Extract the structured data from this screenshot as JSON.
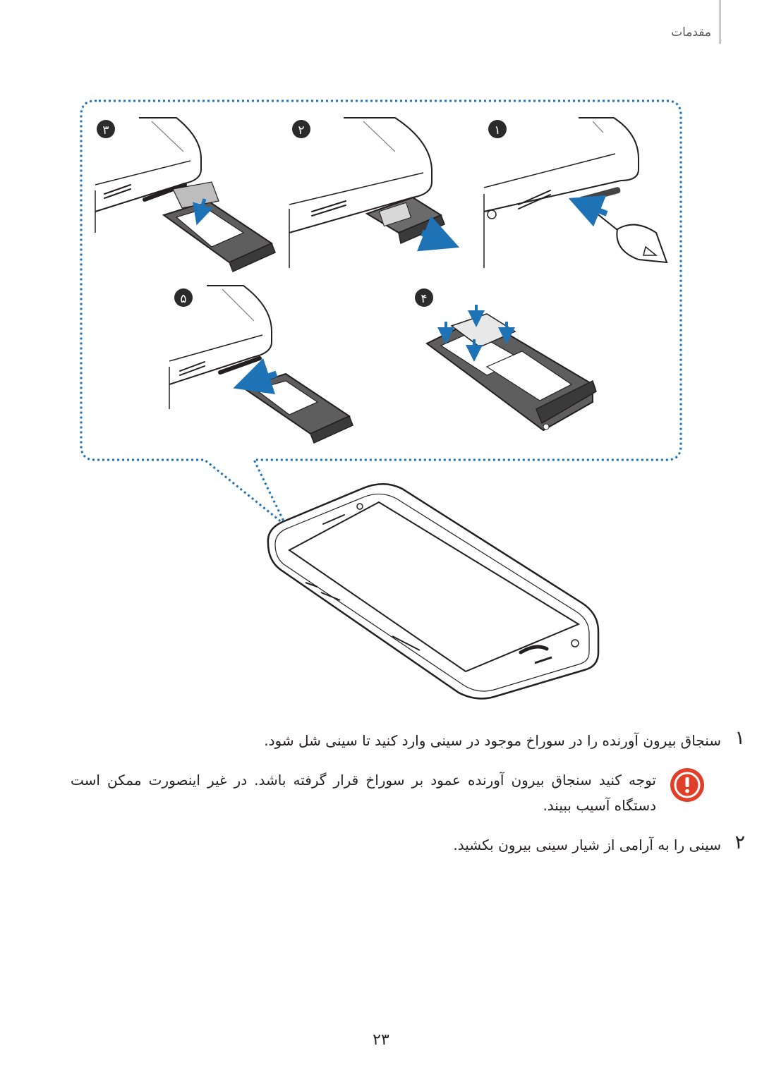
{
  "header": {
    "section": "مقدمات"
  },
  "steps_badges": [
    "۱",
    "۲",
    "۳",
    "۴",
    "۵"
  ],
  "steps": [
    {
      "number": "۱",
      "text": "سنجاق بیرون آورنده را در سوراخ موجود در سینی وارد کنید تا سینی شل شود."
    },
    {
      "number": "۲",
      "text": "سینی را به آرامی از شیار سینی بیرون بکشید."
    }
  ],
  "caution": {
    "text": "توجه کنید سنجاق بیرون آورنده عمود بر سوراخ قرار گرفته باشد. در غیر اینصورت ممکن است دستگاه آسیب ببیند."
  },
  "page_number": "۲۳",
  "colors": {
    "accent_blue": "#1e73b7",
    "badge_bg": "#2b2b2b",
    "caution_red": "#e0402a"
  },
  "icons": {
    "caution": "exclamation-circle-icon"
  }
}
